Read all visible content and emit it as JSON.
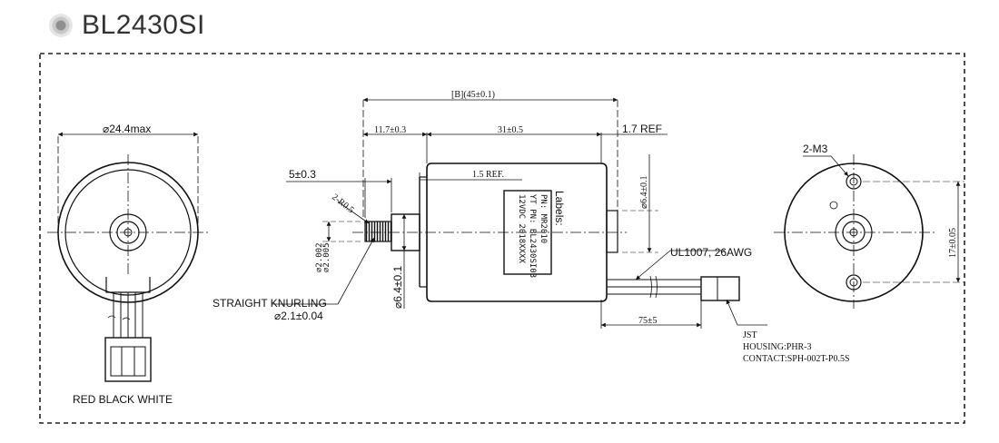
{
  "header": {
    "title": "BL2430SI"
  },
  "left_view": {
    "diameter": "⌀24.4max",
    "wire_colors": "RED BLACK WHITE"
  },
  "shaft": {
    "length": "5±0.3",
    "radius": "2-R0.5",
    "dia_small": "⌀2.002",
    "dia_small2": "⌀2.005",
    "dia": "⌀6.4±0.1",
    "knurl_1": "STRAIGHT KNURLING",
    "knurl_2": "⌀2.1±0.04"
  },
  "center": {
    "overall": "[B](45±0.1)",
    "dim_1": "11.7±0.3",
    "dim_2": "31±0.5",
    "dim_3": "1.7 REF",
    "dim_4": "1.5 REF.",
    "right_dia": "⌀6.4±0.1",
    "labels_title": "Labels:",
    "label_1": "PN: MR2010",
    "label_2": "YT PN: BL2430SI03",
    "label_3": "12VDC 2018XXXX",
    "wire": "UL1007, 26AWG",
    "lead_len": "75±5",
    "jst": "JST",
    "housing": "HOUSING:PHR-3",
    "contact": "CONTACT:SPH-002T-P0.5S"
  },
  "right_view": {
    "holes": "2-M3",
    "spacing": "17±0.05"
  }
}
